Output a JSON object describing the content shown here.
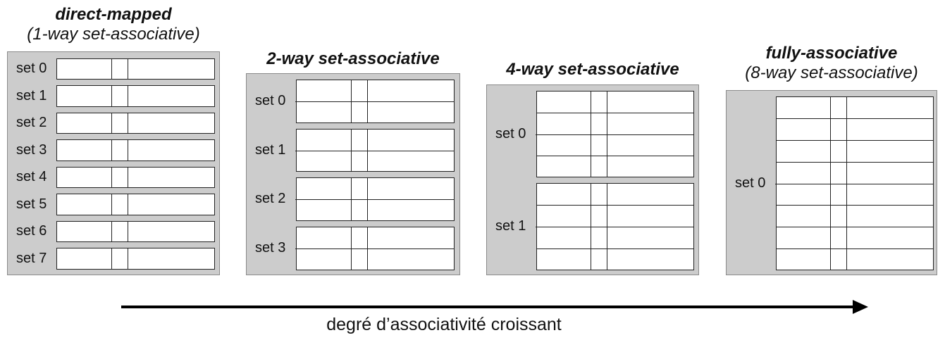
{
  "diagram": {
    "configs": [
      {
        "title_main": "direct-mapped",
        "title_sub": "(1-way set-associative)",
        "sets": [
          {
            "label": "set 0",
            "ways": 1
          },
          {
            "label": "set 1",
            "ways": 1
          },
          {
            "label": "set 2",
            "ways": 1
          },
          {
            "label": "set 3",
            "ways": 1
          },
          {
            "label": "set 4",
            "ways": 1
          },
          {
            "label": "set 5",
            "ways": 1
          },
          {
            "label": "set 6",
            "ways": 1
          },
          {
            "label": "set 7",
            "ways": 1
          }
        ]
      },
      {
        "title_main": "2-way set-associative",
        "title_sub": "",
        "sets": [
          {
            "label": "set 0",
            "ways": 2
          },
          {
            "label": "set 1",
            "ways": 2
          },
          {
            "label": "set 2",
            "ways": 2
          },
          {
            "label": "set 3",
            "ways": 2
          }
        ]
      },
      {
        "title_main": "4-way set-associative",
        "title_sub": "",
        "sets": [
          {
            "label": "set 0",
            "ways": 4
          },
          {
            "label": "set 1",
            "ways": 4
          }
        ]
      },
      {
        "title_main": "fully-associative",
        "title_sub": "(8-way set-associative)",
        "sets": [
          {
            "label": "set 0",
            "ways": 8
          }
        ]
      }
    ],
    "arrow_caption": "degré d’associativité croissant",
    "colors": {
      "panel_fill": "#cccccc",
      "panel_border": "#8a8a8a",
      "line": "#222222",
      "arrow": "#000000"
    }
  }
}
